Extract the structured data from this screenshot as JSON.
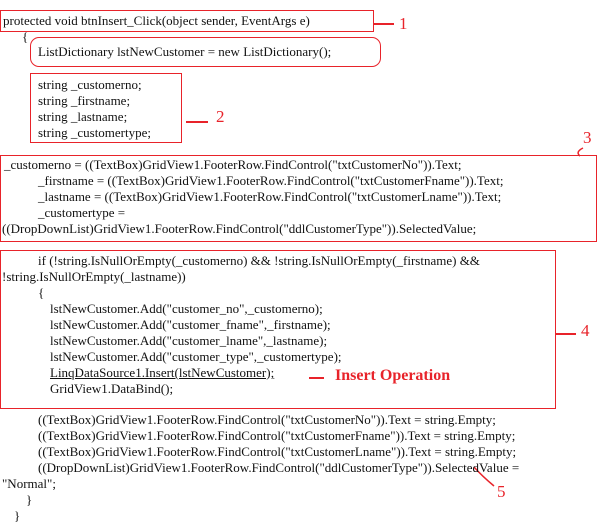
{
  "code": {
    "signature": "protected void btnInsert_Click(object sender, EventArgs e)",
    "open_brace": "{",
    "list_decl": "ListDictionary lstNewCustomer = new ListDictionary();",
    "vars": [
      "string _customerno;",
      "string _firstname;",
      "string _lastname;",
      "string _customertype;"
    ],
    "assign": [
      "_customerno = ((TextBox)GridView1.FooterRow.FindControl(\"txtCustomerNo\")).Text;",
      "_firstname = ((TextBox)GridView1.FooterRow.FindControl(\"txtCustomerFname\")).Text;",
      "_lastname = ((TextBox)GridView1.FooterRow.FindControl(\"txtCustomerLname\")).Text;",
      "_customertype =",
      "((DropDownList)GridView1.FooterRow.FindControl(\"ddlCustomerType\")).SelectedValue;"
    ],
    "if_line1": "if (!string.IsNullOrEmpty(_customerno) && !string.IsNullOrEmpty(_firstname) &&",
    "if_line2": "!string.IsNullOrEmpty(_lastname))",
    "if_open": "{",
    "adds": [
      "lstNewCustomer.Add(\"customer_no\",_customerno);",
      "lstNewCustomer.Add(\"customer_fname\",_firstname);",
      "lstNewCustomer.Add(\"customer_lname\",_lastname);",
      "lstNewCustomer.Add(\"customer_type\",_customertype);"
    ],
    "insert": "LinqDataSource1.Insert(lstNewCustomer);",
    "databind": "GridView1.DataBind();",
    "resets": [
      "((TextBox)GridView1.FooterRow.FindControl(\"txtCustomerNo\")).Text = string.Empty;",
      "((TextBox)GridView1.FooterRow.FindControl(\"txtCustomerFname\")).Text = string.Empty;",
      "((TextBox)GridView1.FooterRow.FindControl(\"txtCustomerLname\")).Text = string.Empty;",
      "((DropDownList)GridView1.FooterRow.FindControl(\"ddlCustomerType\")).SelectedValue =",
      "\"Normal\";"
    ],
    "if_close": "}",
    "close_brace": "}"
  },
  "annotations": {
    "n1": "1",
    "n2": "2",
    "n3": "3",
    "n4": "4",
    "n5": "5",
    "insert_label": "Insert Operation"
  },
  "colors": {
    "annotation": "#e8232a",
    "text": "#111111"
  }
}
